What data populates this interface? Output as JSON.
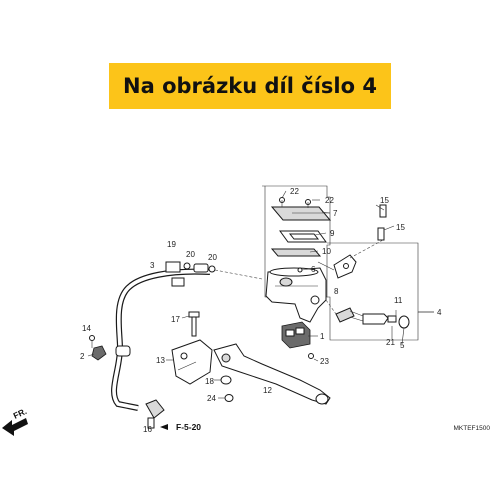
{
  "banner": {
    "text": "Na obrázku díl číslo 4",
    "color": "#fcc419"
  },
  "callouts": [
    "22",
    "22",
    "7",
    "9",
    "10",
    "6",
    "8",
    "15",
    "15",
    "19",
    "20",
    "20",
    "3",
    "17",
    "14",
    "2",
    "13",
    "18",
    "24",
    "12",
    "1",
    "23",
    "11",
    "21",
    "5",
    "4",
    "16"
  ],
  "reference": {
    "label": "F-5-20"
  },
  "direction": {
    "label": "FR.",
    "icon": "arrow-left-icon"
  },
  "diagram_code": "MKTEF1500"
}
